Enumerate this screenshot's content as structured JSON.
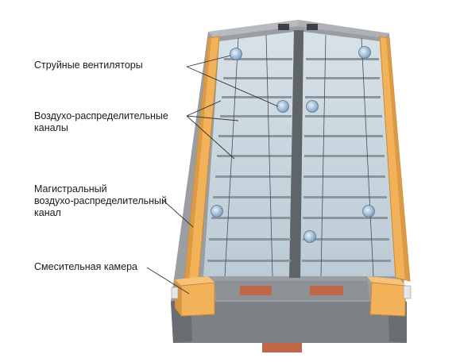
{
  "labels": {
    "jet_fans": "Струйные вентиляторы",
    "air_channels": "Воздухо-распределительные\nканалы",
    "main_channel": "Магистральный\nвоздухо-распределительный\nканал",
    "mixing_chamber": "Смесительная камера"
  },
  "colors": {
    "floor": "#c9d6de",
    "wall": "#8e9296",
    "wall_dark": "#6f7377",
    "main_duct": "#f2b25a",
    "main_duct_edge": "#c98a36",
    "duct": "#a3acb2",
    "fan": "#8fb1d1",
    "door": "#c0674a"
  },
  "icons": [
    "jet-fan-icon"
  ]
}
